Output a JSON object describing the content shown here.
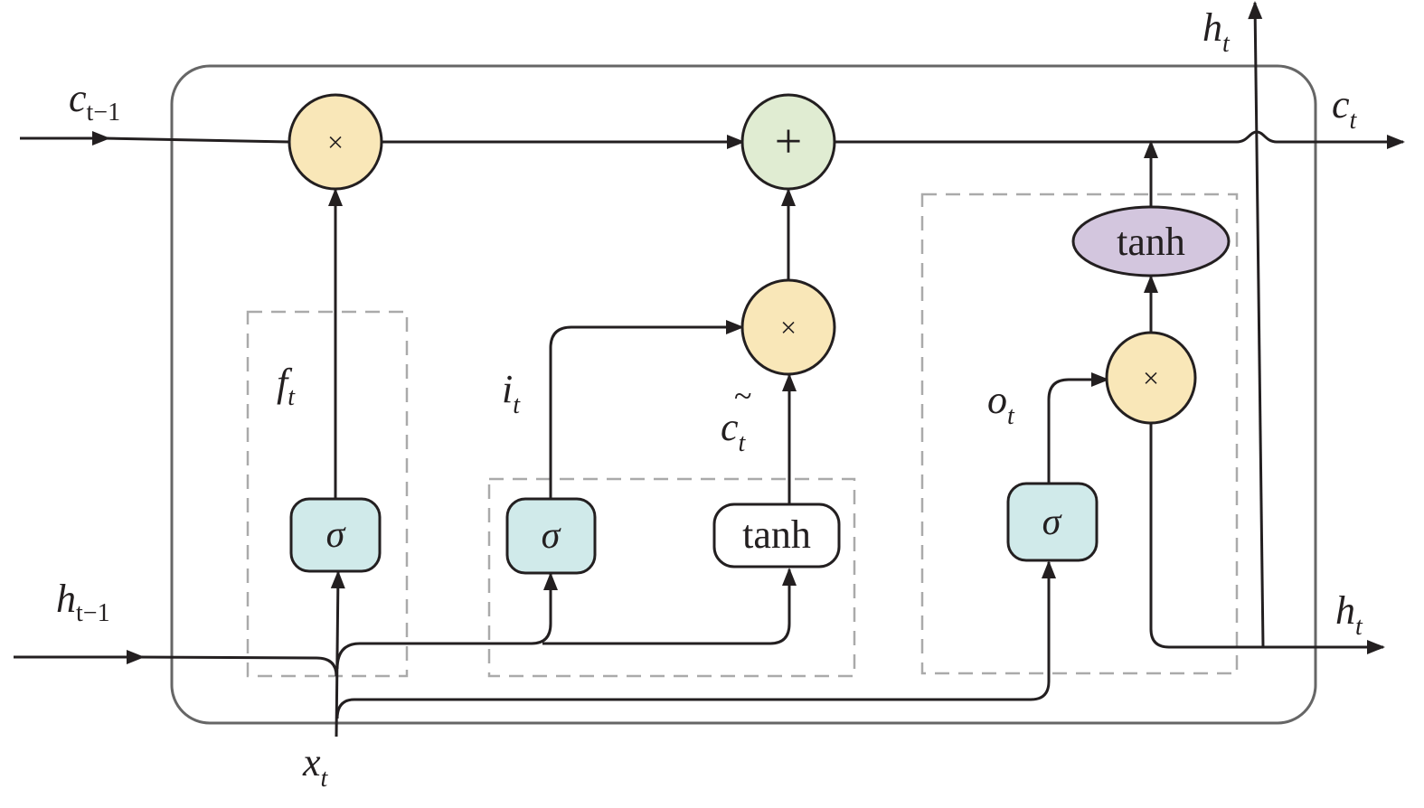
{
  "colors": {
    "multiply_node": "#f9e7b8",
    "add_node": "#e0ecd2",
    "sigma_node": "#d0eaea",
    "tanh_output_node": "#d3c6de",
    "tanh_candidate_node": "#ffffff",
    "cell_border": "#666666",
    "gate_border": "#aaaaaa",
    "line": "#231f20"
  },
  "labels": {
    "c_prev": {
      "main": "c",
      "sub": "t−1"
    },
    "h_prev": {
      "main": "h",
      "sub": "t−1"
    },
    "x_t": {
      "main": "x",
      "sub": "t"
    },
    "c_t": {
      "main": "c",
      "sub": "t"
    },
    "h_t_top": {
      "main": "h",
      "sub": "t"
    },
    "h_t_right": {
      "main": "h",
      "sub": "t"
    },
    "f_t": {
      "main": "f",
      "sub": "t"
    },
    "i_t": {
      "main": "i",
      "sub": "t"
    },
    "c_tilde": {
      "main": "c",
      "sub": "t",
      "accent": "~"
    },
    "o_t": {
      "main": "o",
      "sub": "t"
    }
  },
  "nodes": {
    "multiply": "×",
    "add": "+",
    "sigma": "σ",
    "tanh": "tanh"
  }
}
